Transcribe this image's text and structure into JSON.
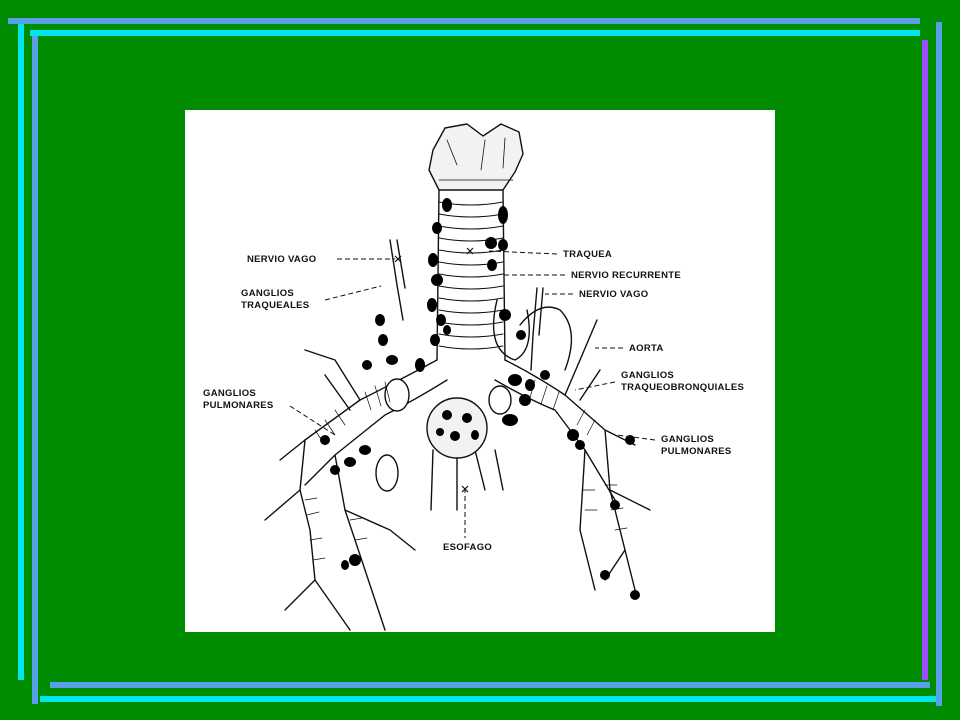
{
  "slide": {
    "background": "#008c00",
    "frame_colors": {
      "cyan": "#00e5f0",
      "blue": "#5aa0e6",
      "violet": "#9b4dff",
      "teal": "#1fa6a0"
    }
  },
  "diagram": {
    "labels": {
      "nervio_vago_left": "NERVIO VAGO",
      "ganglios_traqueales_1": "GANGLIOS",
      "ganglios_traqueales_2": "TRAQUEALES",
      "ganglios_pulmonares_left_1": "GANGLIOS",
      "ganglios_pulmonares_left_2": "PULMONARES",
      "traquea": "TRAQUEA",
      "nervio_recurrente": "NERVIO RECURRENTE",
      "nervio_vago_right": "NERVIO VAGO",
      "aorta": "AORTA",
      "ganglios_traqueobronquiales_1": "GANGLIOS",
      "ganglios_traqueobronquiales_2": "TRAQUEOBRONQUIALES",
      "ganglios_pulmonares_right_1": "GANGLIOS",
      "ganglios_pulmonares_right_2": "PULMONARES",
      "esofago": "ESOFAGO"
    }
  }
}
